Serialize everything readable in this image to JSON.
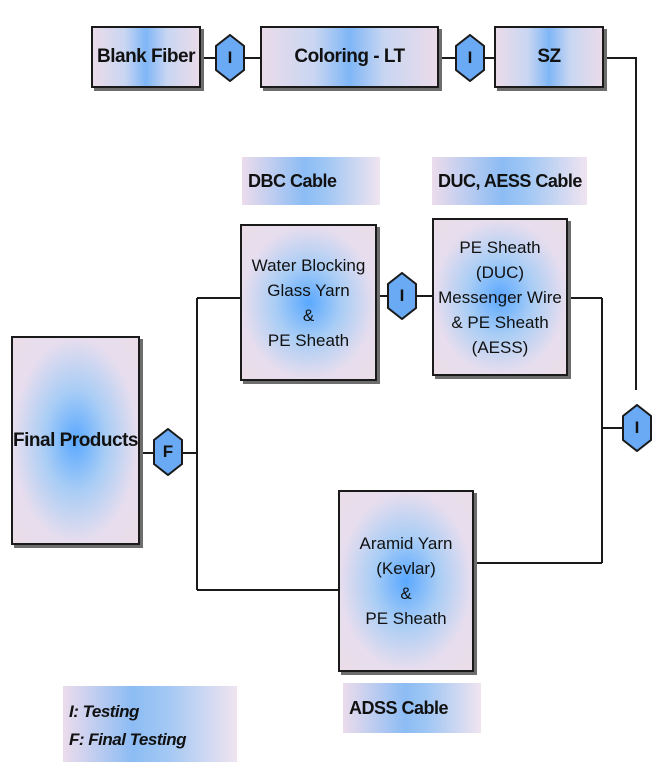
{
  "process": {
    "blank_fiber": "Blank Fiber",
    "coloring": "Coloring - LT",
    "sz": "SZ",
    "final_products": "Final Products",
    "dbc_box": [
      "Water Blocking",
      "Glass Yarn",
      "&",
      "PE Sheath"
    ],
    "duc_box": [
      "PE Sheath (DUC)",
      "Messenger Wire",
      "& PE Sheath",
      "(AESS)"
    ],
    "adss_box": [
      "Aramid Yarn",
      "(Kevlar)",
      "&",
      "PE Sheath"
    ]
  },
  "nodes": {
    "testing_symbol": "I",
    "final_testing_symbol": "F"
  },
  "labels": {
    "dbc_cable": "DBC Cable",
    "duc_aess_cable": "DUC, AESS Cable",
    "adss_cable": "ADSS Cable"
  },
  "legend": {
    "line1": "I: Testing",
    "line2": "F: Final Testing"
  },
  "colors": {
    "line": "#1a1a1a",
    "box_border": "#1a1a1a",
    "shadow": "#6d6d6d",
    "gradient_center": "#5aa8ff",
    "gradient_edge": "#ebdde8",
    "hex_fill": "#6aaaf4"
  }
}
